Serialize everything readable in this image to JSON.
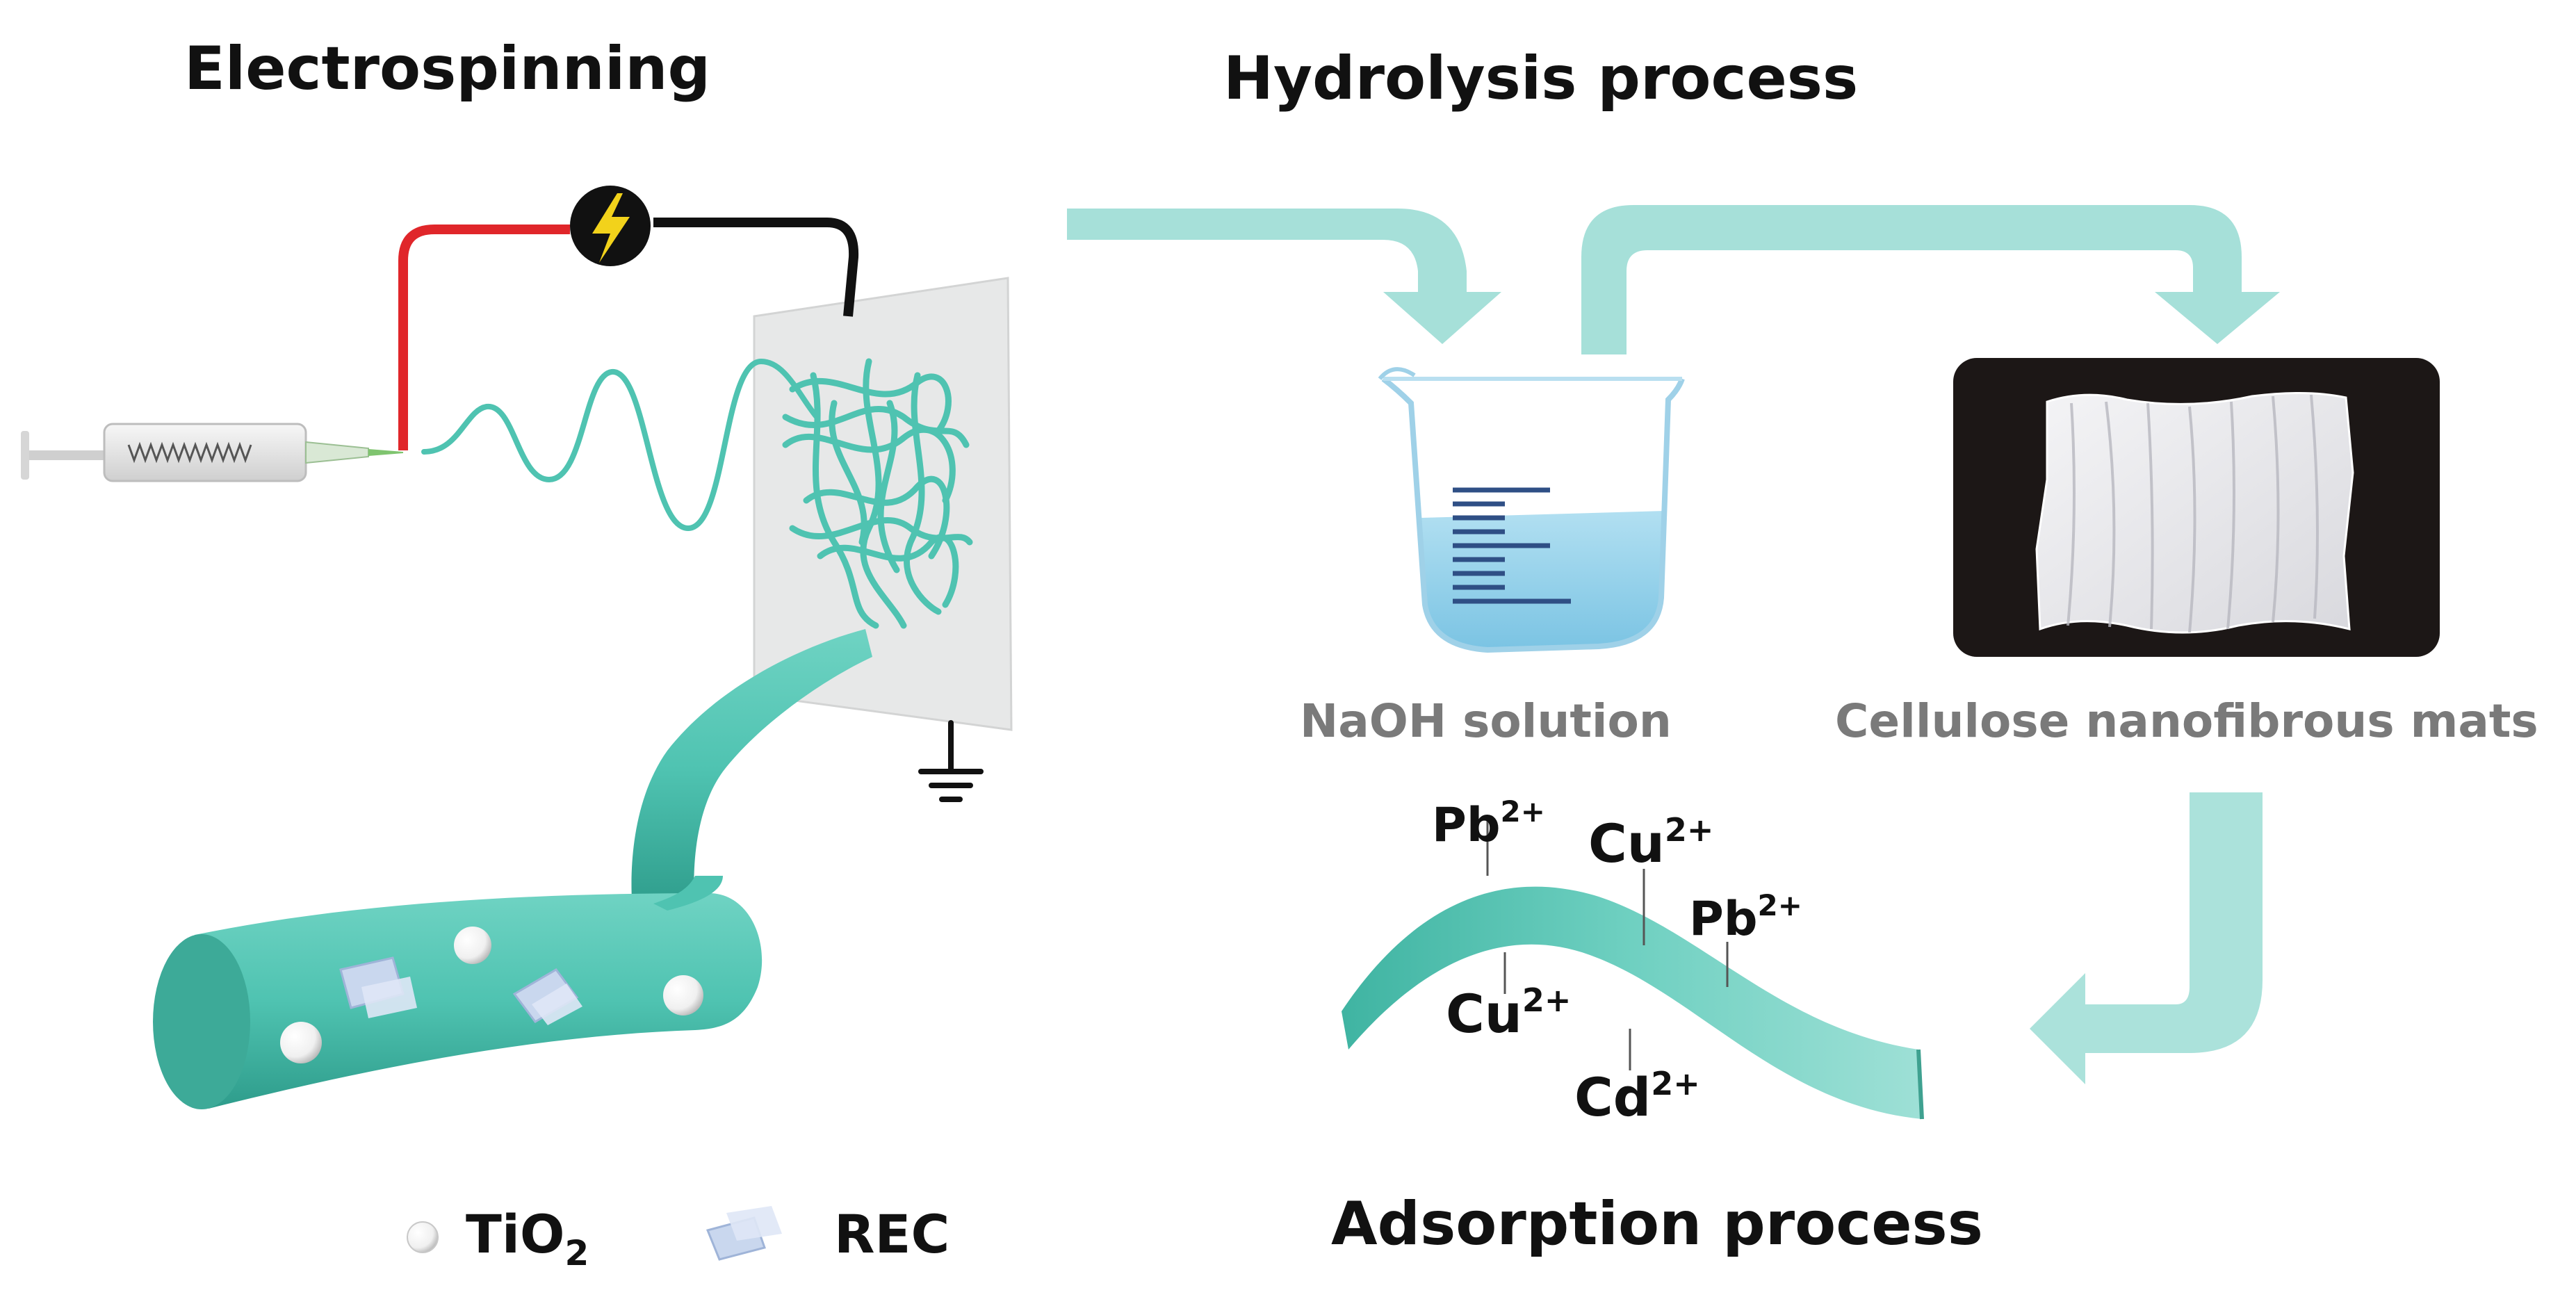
{
  "titles": {
    "electrospinning": "Electrospinning",
    "hydrolysis": "Hydrolysis process",
    "adsorption": "Adsorption process"
  },
  "labels": {
    "naoh": "NaOH solution",
    "cellulose": "Cellulose nanofibrous mats"
  },
  "ions": [
    {
      "base": "Pb",
      "charge": "2+"
    },
    {
      "base": "Cu",
      "charge": "2+"
    },
    {
      "base": "Pb",
      "charge": "2+"
    },
    {
      "base": "Cu",
      "charge": "2+"
    },
    {
      "base": "Cd",
      "charge": "2+"
    }
  ],
  "legend": {
    "tio2_base": "TiO",
    "tio2_sub": "2",
    "rec": "REC"
  },
  "colors": {
    "fiber": "#4fc3b1",
    "fiber_dark": "#2fa593",
    "arrow": "#a6e0d9",
    "wire_red": "#e0262a",
    "wire_black": "#111111",
    "bolt": "#f2d21b",
    "collector": "#e7e8e8",
    "water": "#8fd0ea",
    "label_gray": "#7a7a7a"
  },
  "icons": [
    "syringe-icon",
    "power-source-icon",
    "ground-icon",
    "beaker-icon",
    "tio2-particle-icon",
    "rec-flake-icon"
  ]
}
